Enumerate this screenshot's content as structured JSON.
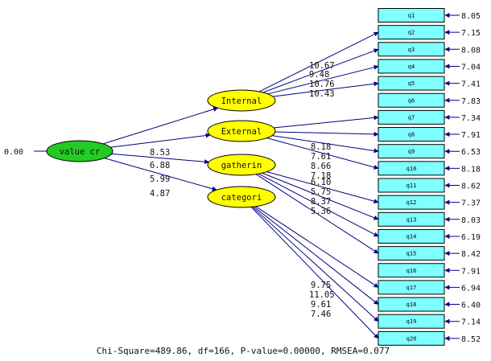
{
  "exogenous": {
    "label": "value cr",
    "variance": "0.00",
    "color": "#22cc22"
  },
  "latent_color": "#ffff00",
  "indicator_color": "#7fffff",
  "arrow_color": "#000080",
  "latents": [
    {
      "label": "Internal",
      "path_t": "8.53"
    },
    {
      "label": "External",
      "path_t": "6.88"
    },
    {
      "label": "gatherin",
      "path_t": "5.99"
    },
    {
      "label": "categori",
      "path_t": "4.87"
    }
  ],
  "indicators": [
    {
      "label": "q1",
      "error": "8.05"
    },
    {
      "label": "q2",
      "error": "7.15"
    },
    {
      "label": "q3",
      "error": "8.08"
    },
    {
      "label": "q4",
      "error": "7.04"
    },
    {
      "label": "q5",
      "error": "7.41"
    },
    {
      "label": "q6",
      "error": "7.83"
    },
    {
      "label": "q7",
      "error": "7.34"
    },
    {
      "label": "q8",
      "error": "7.91"
    },
    {
      "label": "q9",
      "error": "6.53"
    },
    {
      "label": "q10",
      "error": "8.18"
    },
    {
      "label": "q11",
      "error": "8.62"
    },
    {
      "label": "q12",
      "error": "7.37"
    },
    {
      "label": "q13",
      "error": "8.03"
    },
    {
      "label": "q14",
      "error": "6.19"
    },
    {
      "label": "q15",
      "error": "8.42"
    },
    {
      "label": "q16",
      "error": "7.91"
    },
    {
      "label": "q17",
      "error": "6.94"
    },
    {
      "label": "q18",
      "error": "6.40"
    },
    {
      "label": "q19",
      "error": "7.14"
    },
    {
      "label": "q20",
      "error": "8.52"
    }
  ],
  "loadings": [
    {
      "latent": 0,
      "indicator": 1,
      "t": "10.67"
    },
    {
      "latent": 0,
      "indicator": 2,
      "t": "9.48"
    },
    {
      "latent": 0,
      "indicator": 3,
      "t": "10.76"
    },
    {
      "latent": 0,
      "indicator": 4,
      "t": "10.43"
    },
    {
      "latent": 1,
      "indicator": 6,
      "t": "8.18"
    },
    {
      "latent": 1,
      "indicator": 7,
      "t": "7.61"
    },
    {
      "latent": 1,
      "indicator": 8,
      "t": "8.66"
    },
    {
      "latent": 1,
      "indicator": 9,
      "t": "7.18"
    },
    {
      "latent": 2,
      "indicator": 11,
      "t": "6.10"
    },
    {
      "latent": 2,
      "indicator": 12,
      "t": "5.75"
    },
    {
      "latent": 2,
      "indicator": 13,
      "t": "8.37"
    },
    {
      "latent": 2,
      "indicator": 14,
      "t": "5.36"
    },
    {
      "latent": 3,
      "indicator": 16,
      "t": "9.75"
    },
    {
      "latent": 3,
      "indicator": 17,
      "t": "11.05"
    },
    {
      "latent": 3,
      "indicator": 18,
      "t": "9.61"
    },
    {
      "latent": 3,
      "indicator": 19,
      "t": "7.46"
    }
  ],
  "fit_statistics": "Chi-Square=489.86, df=166, P-value=0.00000, RMSEA=0.077"
}
